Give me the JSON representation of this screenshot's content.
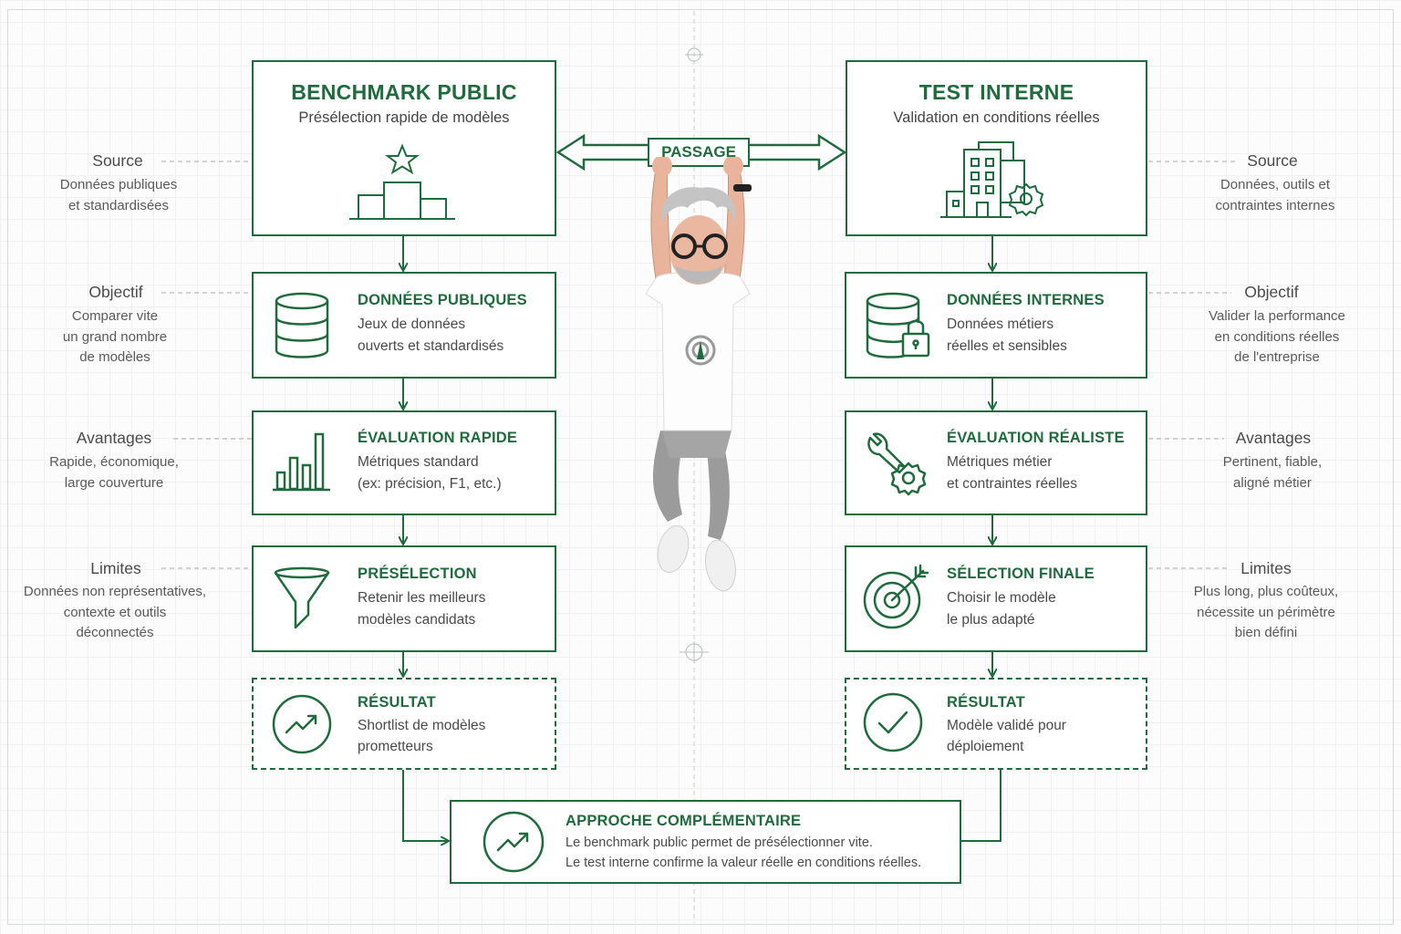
{
  "passage": "PASSAGE",
  "left": {
    "header": {
      "title": "BENCHMARK PUBLIC",
      "subtitle": "Présélection rapide de modèles"
    },
    "steps": [
      {
        "title": "DONNÉES PUBLIQUES",
        "lines": [
          "Jeux de données",
          "ouverts et standardisés"
        ],
        "icon": "database-icon"
      },
      {
        "title": "ÉVALUATION RAPIDE",
        "lines": [
          "Métriques standard",
          "(ex: précision, F1, etc.)"
        ],
        "icon": "bar-chart-icon"
      },
      {
        "title": "PRÉSÉLECTION",
        "lines": [
          "Retenir les meilleurs",
          "modèles candidats"
        ],
        "icon": "funnel-icon"
      }
    ],
    "result": {
      "title": "RÉSULTAT",
      "lines": [
        "Shortlist de modèles",
        "prometteurs"
      ],
      "icon": "trend-up-icon"
    },
    "notes": [
      {
        "label": "Source",
        "lines": [
          "Données publiques",
          "et standardisées"
        ]
      },
      {
        "label": "Objectif",
        "lines": [
          "Comparer vite",
          "un grand nombre",
          "de modèles"
        ]
      },
      {
        "label": "Avantages",
        "lines": [
          "Rapide, économique,",
          "large couverture"
        ]
      },
      {
        "label": "Limites",
        "lines": [
          "Données non représentatives,",
          "contexte et outils",
          "déconnectés"
        ]
      }
    ]
  },
  "right": {
    "header": {
      "title": "TEST INTERNE",
      "subtitle": "Validation en conditions réelles"
    },
    "steps": [
      {
        "title": "DONNÉES INTERNES",
        "lines": [
          "Données métiers",
          "réelles et sensibles"
        ],
        "icon": "database-lock-icon"
      },
      {
        "title": "ÉVALUATION RÉALISTE",
        "lines": [
          "Métriques métier",
          "et contraintes réelles"
        ],
        "icon": "wrench-gear-icon"
      },
      {
        "title": "SÉLECTION FINALE",
        "lines": [
          "Choisir le modèle",
          "le plus adapté"
        ],
        "icon": "target-icon"
      }
    ],
    "result": {
      "title": "RÉSULTAT",
      "lines": [
        "Modèle validé pour",
        "déploiement"
      ],
      "icon": "check-circle-icon"
    },
    "notes": [
      {
        "label": "Source",
        "lines": [
          "Données, outils et",
          "contraintes internes"
        ]
      },
      {
        "label": "Objectif",
        "lines": [
          "Valider la performance",
          "en conditions réelles",
          "de l'entreprise"
        ]
      },
      {
        "label": "Avantages",
        "lines": [
          "Pertinent, fiable,",
          "aligné métier"
        ]
      },
      {
        "label": "Limites",
        "lines": [
          "Plus long, plus coûteux,",
          "nécessite un périmètre",
          "bien défini"
        ]
      }
    ]
  },
  "complementary": {
    "title": "APPROCHE COMPLÉMENTAIRE",
    "lines": [
      "Le benchmark public permet de présélectionner vite.",
      "Le test interne confirme la valeur réelle en conditions réelles."
    ],
    "icon": "trend-up-icon"
  },
  "colors": {
    "accent": "#1f6b3d",
    "text": "#4a4a4a",
    "muted": "#5a5a5a",
    "grid": "#eef1ef"
  }
}
